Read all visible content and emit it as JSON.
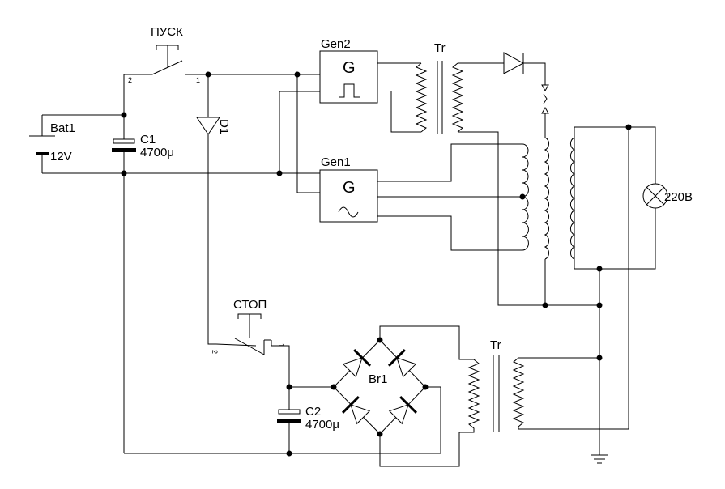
{
  "labels": {
    "bat1": "Bat1",
    "bat1_voltage": "12V",
    "c1": "C1",
    "c1_value": "4700μ",
    "c2": "C2",
    "c2_value": "4700μ",
    "d1": "D1",
    "start_button": "ПУСК",
    "stop_button": "СТОП",
    "gen1": "Gen1",
    "gen2": "Gen2",
    "gen_symbol": "G",
    "tr_top": "Tr",
    "tr_bottom": "Tr",
    "bridge": "Br1",
    "lamp": "220В",
    "pin_1": "1",
    "pin_2": "2"
  },
  "colors": {
    "wire": "#000000",
    "background": "#ffffff"
  }
}
